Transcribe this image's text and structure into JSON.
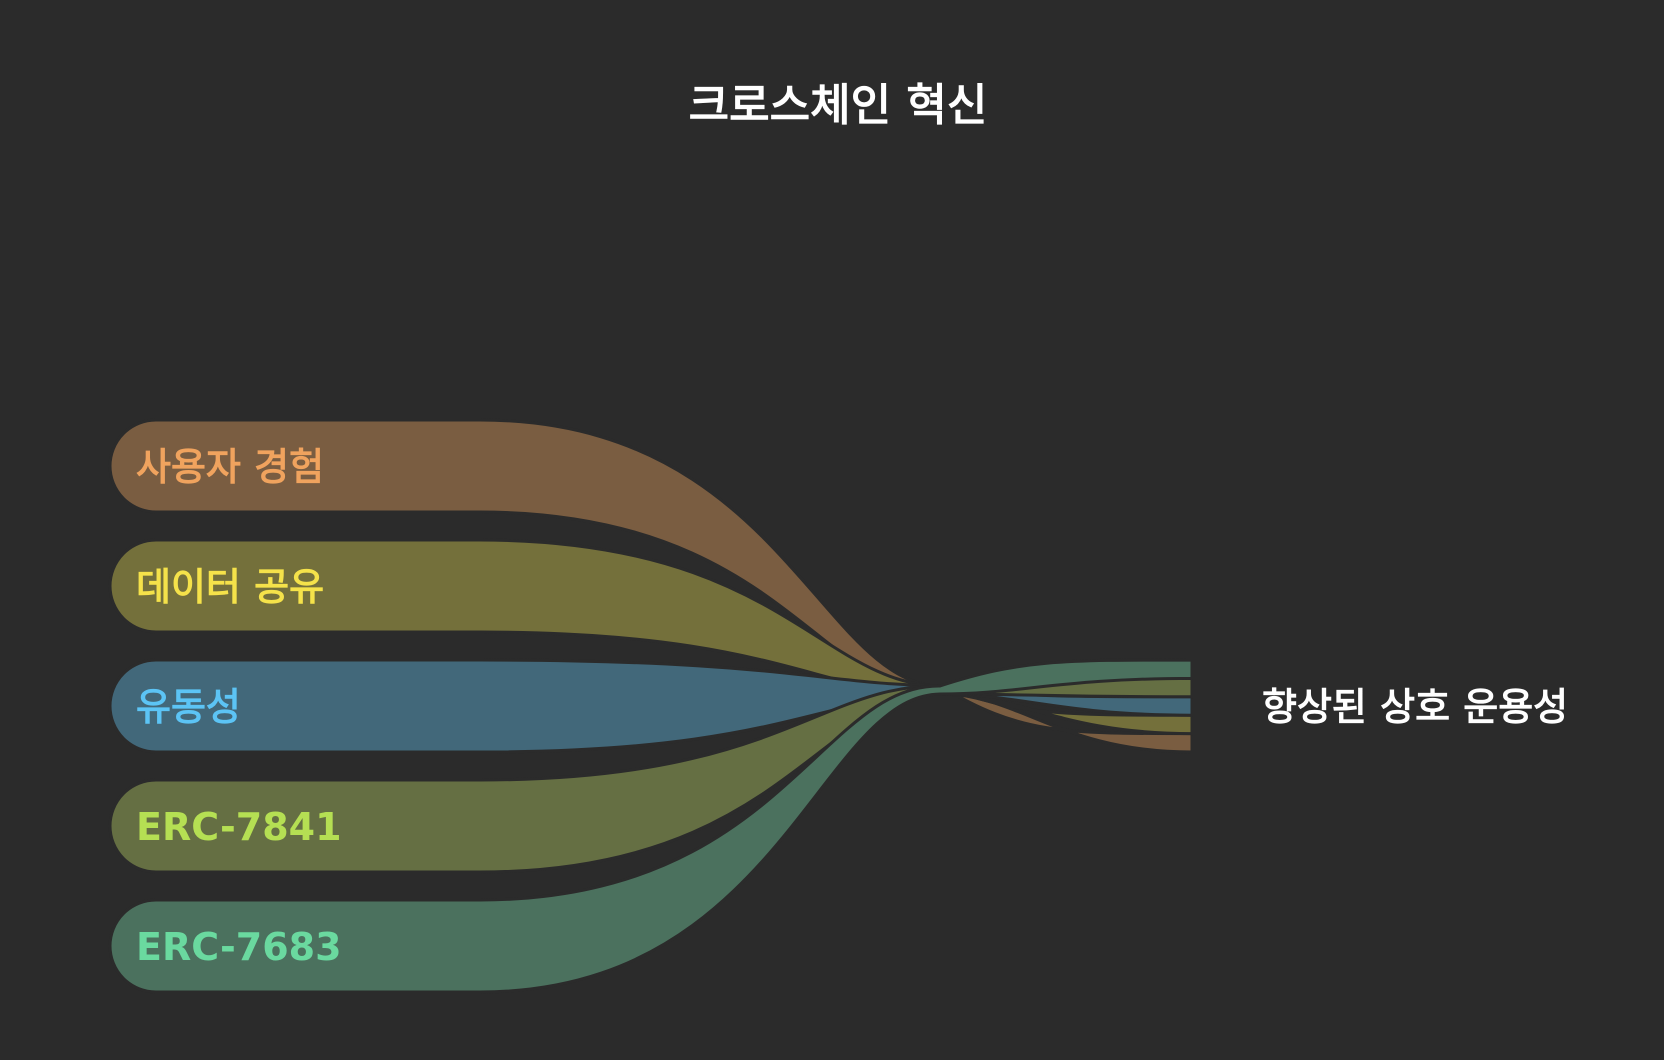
{
  "title": "크로스체인 혁신",
  "target": {
    "label": "향상된 상호 운용성",
    "text_color": "#ffffff"
  },
  "sources": [
    {
      "id": "ux",
      "label": "사용자 경험",
      "band_color": "#7a5d41",
      "text_color": "#f0a35e"
    },
    {
      "id": "data",
      "label": "데이터 공유",
      "band_color": "#74703b",
      "text_color": "#f5e24a"
    },
    {
      "id": "liquidity",
      "label": "유동성",
      "band_color": "#42687a",
      "text_color": "#5cc4f5"
    },
    {
      "id": "erc7841",
      "label": "ERC-7841",
      "band_color": "#656f43",
      "text_color": "#b5df53"
    },
    {
      "id": "erc7683",
      "label": "ERC-7683",
      "band_color": "#4b715e",
      "text_color": "#6ad99f"
    }
  ],
  "background": "#2b2b2b",
  "title_color": "#ffffff"
}
